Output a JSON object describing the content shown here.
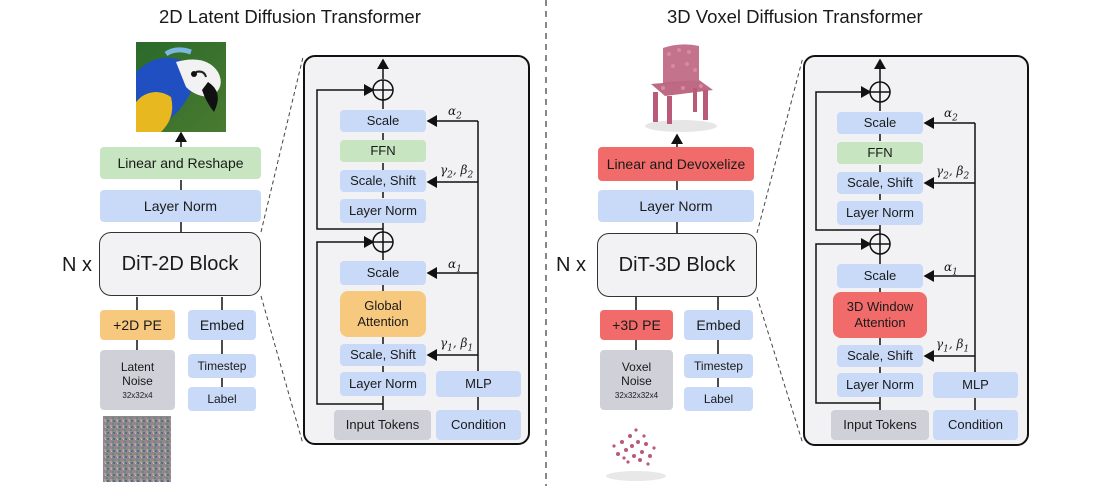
{
  "left": {
    "title": "2D Latent Diffusion Transformer",
    "linear_reshape": "Linear and Reshape",
    "layer_norm": "Layer Norm",
    "block_label": "DiT-2D Block",
    "repeat": "N x",
    "pe": "+2D PE",
    "embed": "Embed",
    "noise": "Latent Noise",
    "noise_dims": "32x32x4",
    "timestep": "Timestep",
    "label": "Label",
    "detail": {
      "scale_top": "Scale",
      "ffn": "FFN",
      "scale_shift_top": "Scale, Shift",
      "layer_norm_top": "Layer Norm",
      "scale_bottom": "Scale",
      "attention": "Global Attention",
      "scale_shift_bottom": "Scale, Shift",
      "layer_norm_bottom": "Layer Norm",
      "mlp": "MLP",
      "input_tokens": "Input Tokens",
      "condition": "Condition"
    }
  },
  "right": {
    "title": "3D Voxel Diffusion Transformer",
    "linear_reshape": "Linear and Devoxelize",
    "layer_norm": "Layer Norm",
    "block_label": "DiT-3D Block",
    "repeat": "N x",
    "pe": "+3D PE",
    "embed": "Embed",
    "noise": "Voxel Noise",
    "noise_dims": "32x32x32x4",
    "timestep": "Timestep",
    "label": "Label",
    "detail": {
      "scale_top": "Scale",
      "ffn": "FFN",
      "scale_shift_top": "Scale, Shift",
      "layer_norm_top": "Layer Norm",
      "scale_bottom": "Scale",
      "attention": "3D Window Attention",
      "scale_shift_bottom": "Scale, Shift",
      "layer_norm_bottom": "Layer Norm",
      "mlp": "MLP",
      "input_tokens": "Input Tokens",
      "condition": "Condition"
    }
  },
  "symbols": {
    "alpha2": "α",
    "alpha2_sub": "2",
    "gamma2": "γ",
    "gamma2_sub": "2",
    "beta2": "β",
    "beta2_sub": "2",
    "alpha1": "α",
    "alpha1_sub": "1",
    "gamma1": "γ",
    "gamma1_sub": "1",
    "beta1": "β",
    "beta1_sub": "1"
  },
  "colors": {
    "blue": "#c9daf8",
    "green": "#c6e5c0",
    "orange": "#f7c97e",
    "red": "#f26b6b",
    "gray": "#cfd0d8"
  },
  "images": [
    "parrot-image",
    "chair-point-cloud",
    "noise-image",
    "voxel-noise-cloud"
  ]
}
